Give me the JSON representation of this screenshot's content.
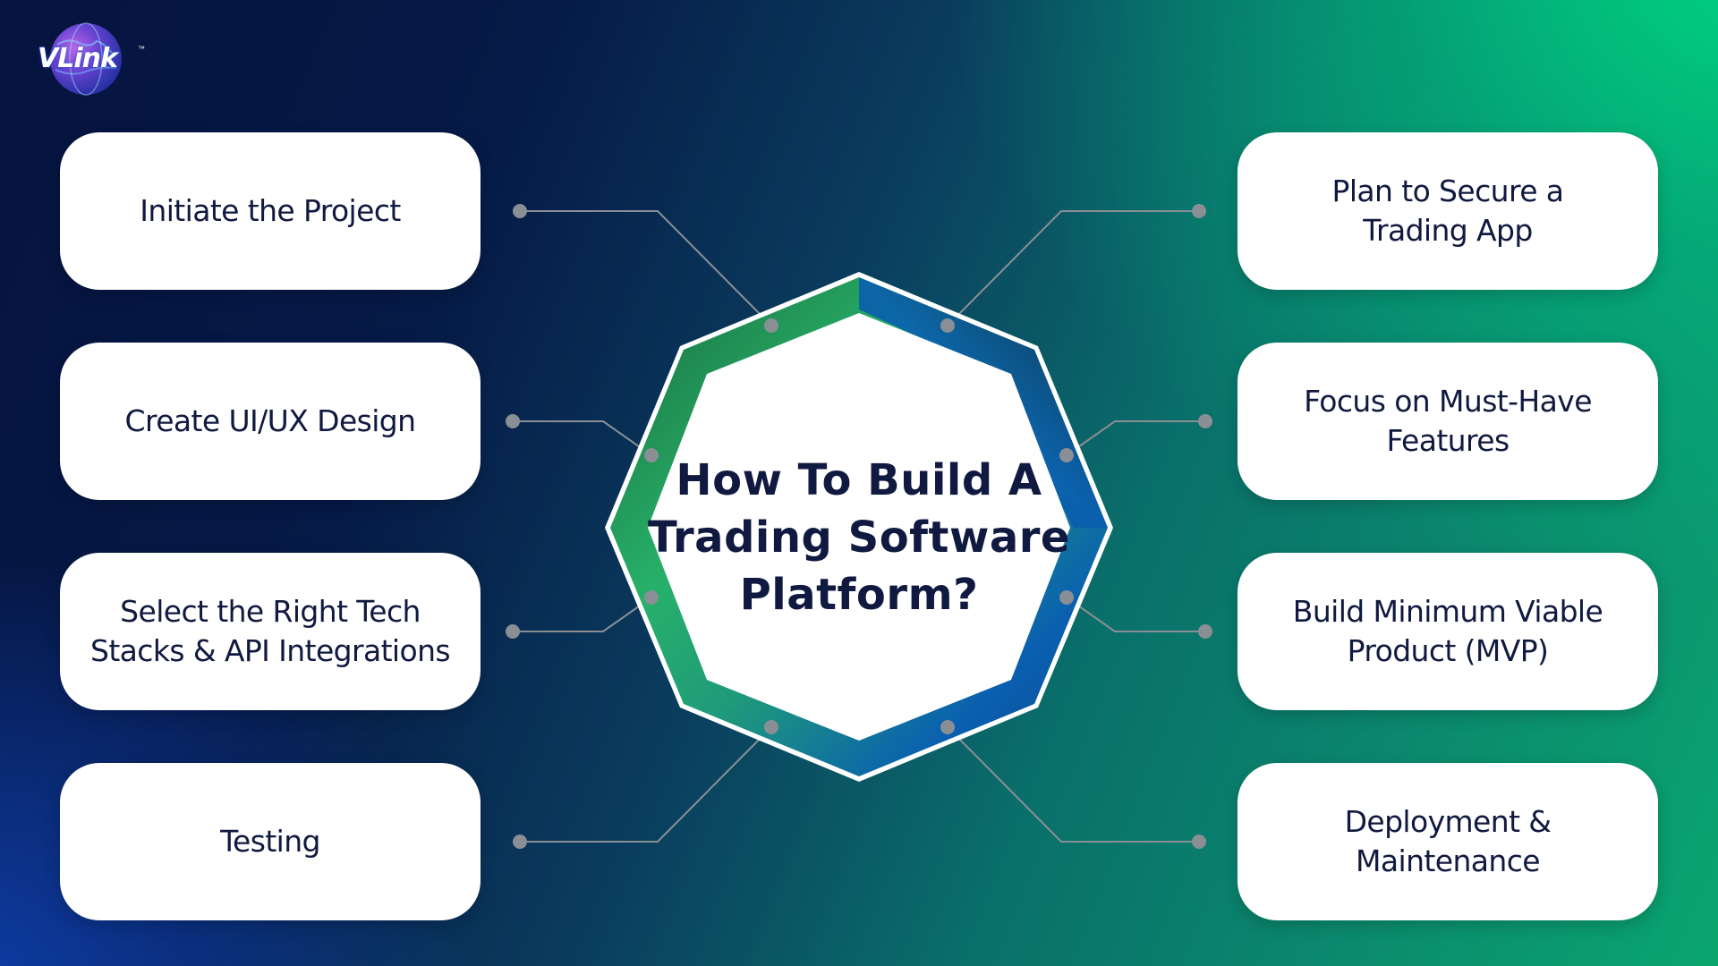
{
  "brand": {
    "name": "VLink",
    "trademark": "™"
  },
  "title": "How To Build A\nTrading Software\nPlatform?",
  "steps_left": [
    {
      "label": "Initiate the Project"
    },
    {
      "label": "Create UI/UX Design"
    },
    {
      "label": "Select the Right Tech\nStacks & API Integrations"
    },
    {
      "label": "Testing"
    }
  ],
  "steps_right": [
    {
      "label": "Plan to Secure a\nTrading App"
    },
    {
      "label": "Focus on Must-Have\nFeatures"
    },
    {
      "label": "Build Minimum Viable\nProduct (MVP)"
    },
    {
      "label": "Deployment &\nMaintenance"
    }
  ],
  "colors": {
    "box_background": "#ffffff",
    "text_dark_navy": "#10193f",
    "connector_gray": "#8a8f95",
    "ring_green": "#27b06a",
    "ring_blue": "#0a5fb0",
    "ring_dark": "#0a2238",
    "background_navy": "#061a47",
    "background_green": "#00d682"
  },
  "icons": {
    "logo": "globe-logo-icon",
    "connector_node": "dot-icon"
  }
}
